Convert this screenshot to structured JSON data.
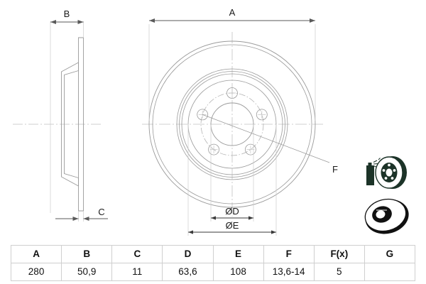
{
  "drawing": {
    "title_labels": {
      "A": "A",
      "B": "B",
      "C": "C",
      "D": "ØD",
      "E": "ØE",
      "F": "F"
    },
    "icons": {
      "section_view": "brake-disc-section-view",
      "front_view": "brake-disc-front-view",
      "thumb_top": "brake-disc-spray-thumbnail",
      "thumb_bottom": "brake-disc-angled-thumbnail"
    },
    "colors": {
      "line": "#9a9a9a",
      "line_dark": "#6f6f6f",
      "center_line": "#b9b9b9",
      "text": "#1a1a1a",
      "thumb_dark": "#1c3328",
      "thumb_black": "#111111",
      "table_border": "#cfcfcf"
    }
  },
  "spec_table": {
    "headers": [
      "A",
      "B",
      "C",
      "D",
      "E",
      "F",
      "F(x)",
      "G"
    ],
    "values": [
      "280",
      "50,9",
      "11",
      "63,6",
      "108",
      "13,6-14",
      "5",
      ""
    ]
  }
}
